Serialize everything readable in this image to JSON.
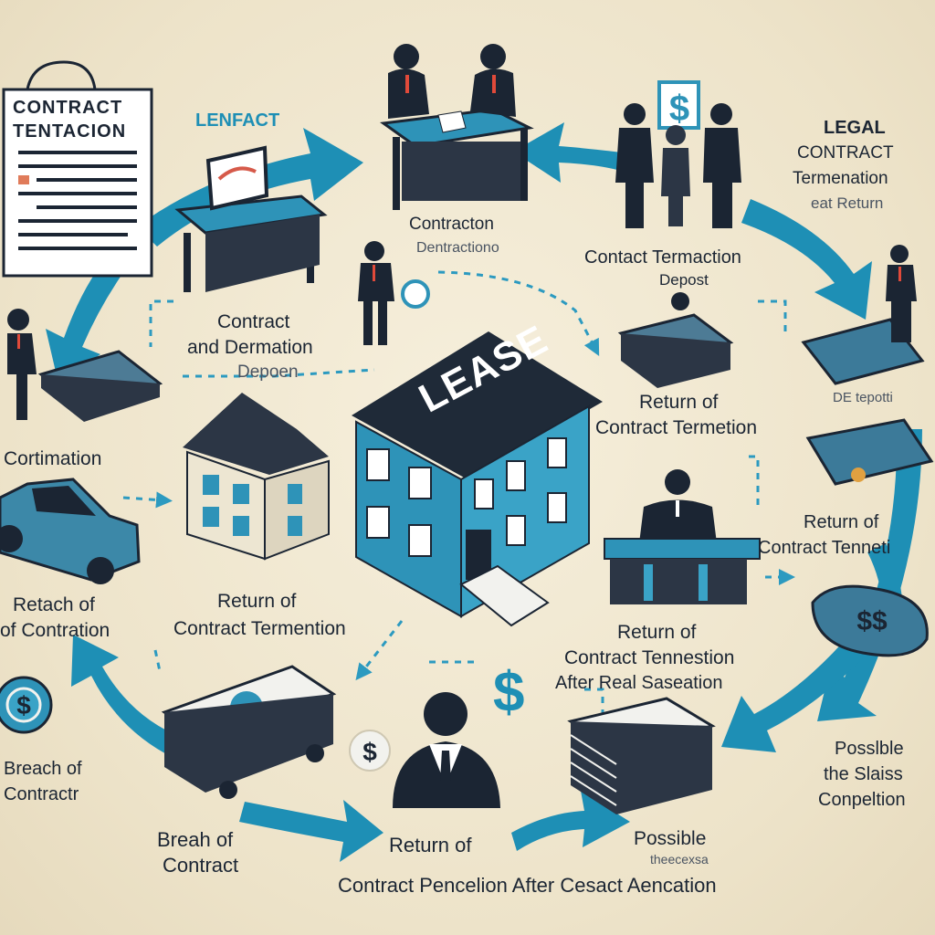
{
  "labels": {
    "doc_line1": "CONTRACT",
    "doc_line2": "TENTACION",
    "lenfact": "LENFACT",
    "contracton_l1": "Contracton",
    "contracton_l2": "Dentractiono",
    "legal_l1": "LEGAL",
    "legal_l2": "CONTRACT",
    "legal_l3": "Termenation",
    "legal_l4": "eat Return",
    "ctd_l1": "Contact Termaction",
    "ctd_l2": "Depost",
    "cad_l1": "Contract",
    "cad_l2": "and Dermation",
    "cad_l3": "Depoen",
    "de_tepotti": "DE tepotti",
    "lease": "LEASE",
    "cortimation": "Cortimation",
    "rct_mid_l1": "Return of",
    "rct_mid_l2": "Contract Termetion",
    "rct_right_l1": "Return of",
    "rct_right_l2": "Contract Tenneti",
    "breach_left_l1": "Retach of",
    "breach_left_l2": "of Contration",
    "ret_center_l1": "Return of",
    "ret_center_l2": "Contract Termention",
    "ret_after_l1": "Return of",
    "ret_after_l2": "Contract Tennestion",
    "ret_after_l3": "After Real Saseation",
    "breach_bl_l1": "Breach of",
    "breach_bl_l2": "Contractr",
    "possible_r_l1": "Posslble",
    "possible_r_l2": "the Slaiss",
    "possible_r_l3": "Conpeltion",
    "breah_l1": "Breah of",
    "breah_l2": "Contract",
    "ret_bottom_l1": "Return of",
    "possible_b": "Possible",
    "possible_b_sub": "theecexsa",
    "bottom_line": "Contract Pencelion After Cesact Aencation",
    "dollar_sign": "$"
  },
  "colors": {
    "accent": "#1e8fb5",
    "dark": "#1b2533",
    "background": "#efe6cf"
  }
}
